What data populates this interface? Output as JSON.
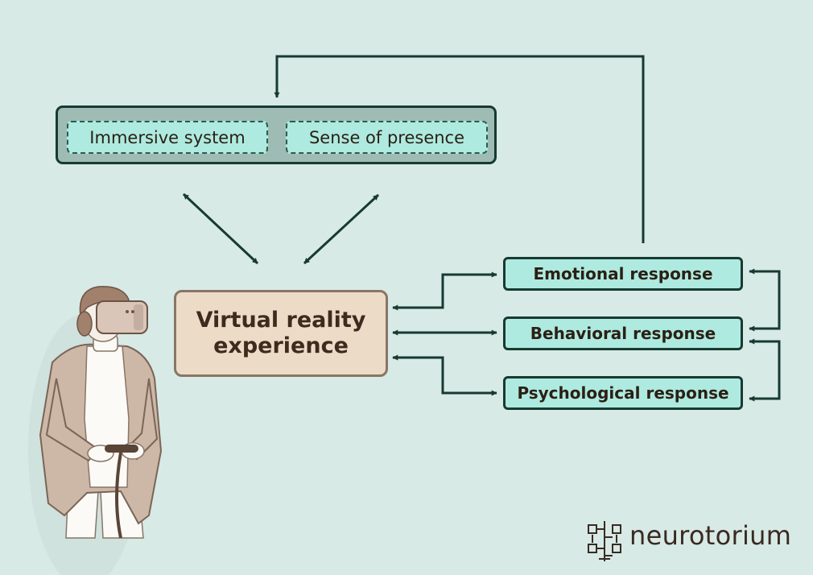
{
  "diagram": {
    "group": {
      "items": [
        "Immersive system",
        "Sense of presence"
      ]
    },
    "center": {
      "line1": "Virtual reality",
      "line2": "experience"
    },
    "responses": [
      "Emotional response",
      "Behavioral response",
      "Psychological response"
    ]
  },
  "brand": {
    "name": "neurotorium"
  },
  "colors": {
    "background": "#d7eae6",
    "arrow": "#173a31",
    "response_fill": "#aeeadf",
    "center_fill": "#ecdcc7",
    "group_fill": "#9fbcb4"
  }
}
